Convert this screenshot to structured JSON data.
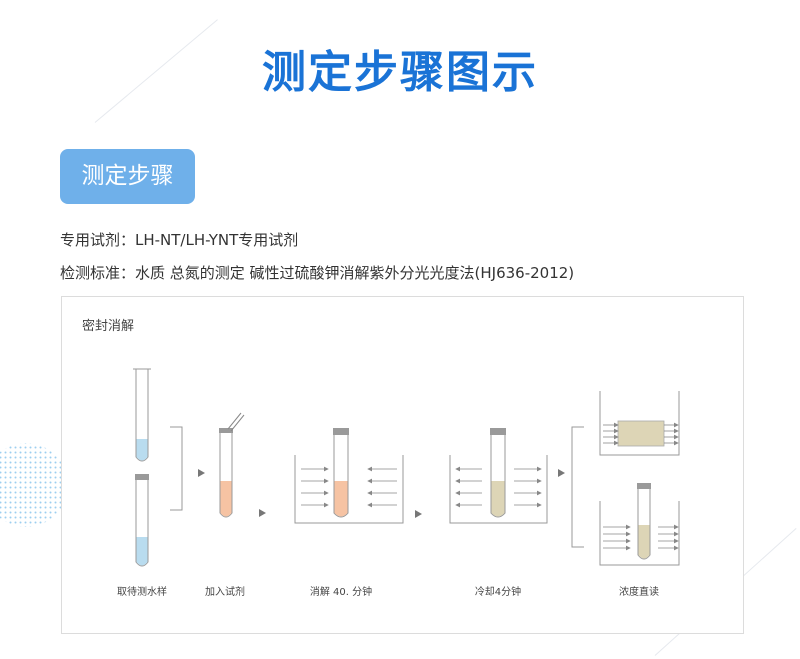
{
  "page_title": "测定步骤图示",
  "section_badge": "测定步骤",
  "reagent_line": "专用试剂：LH-NT/LH-YNT专用试剂",
  "standard_line": "检测标准：水质 总氮的测定 碱性过硫酸钾消解紫外分光光度法(HJ636-2012)",
  "panel": {
    "title": "密封消解",
    "steps": [
      {
        "label": "取待测水样"
      },
      {
        "label": "加入试剂"
      },
      {
        "label": "消解 40. 分钟"
      },
      {
        "label": "冷却4分钟"
      },
      {
        "label": "浓度直读"
      }
    ]
  },
  "colors": {
    "title_blue": "#1a73d6",
    "badge_blue": "#6fb0ea",
    "sample_liquid": "#b9dcef",
    "reagent_liquid": "#f6c3a3",
    "cooled_liquid": "#ddd5b6"
  }
}
